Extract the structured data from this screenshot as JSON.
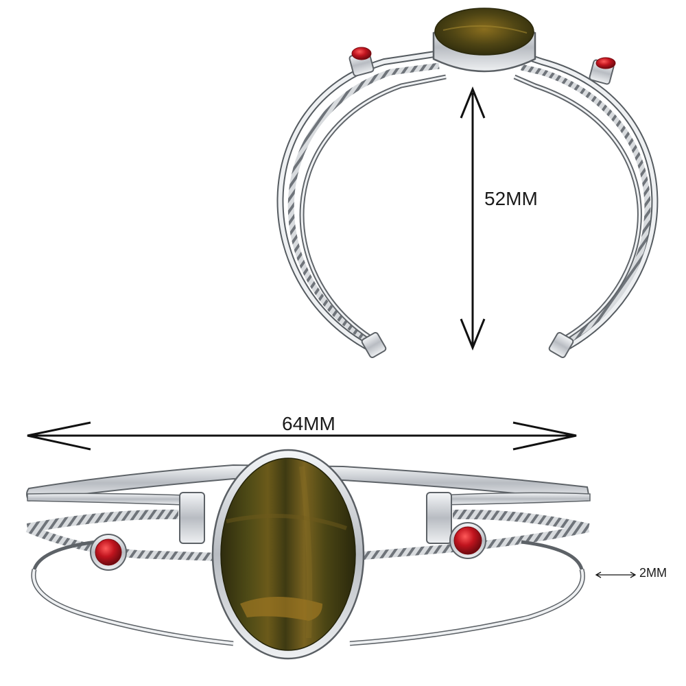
{
  "product": {
    "type": "cuff bracelet",
    "stone_color": "#5a4a12",
    "accent_stone_color": "#c0141e",
    "metal_color": "#c9cdd2"
  },
  "dimensions": {
    "height_label": "52MM",
    "width_label": "64MM",
    "thickness_label": "2MM"
  },
  "colors": {
    "background": "#ffffff",
    "arrow": "#111111"
  }
}
